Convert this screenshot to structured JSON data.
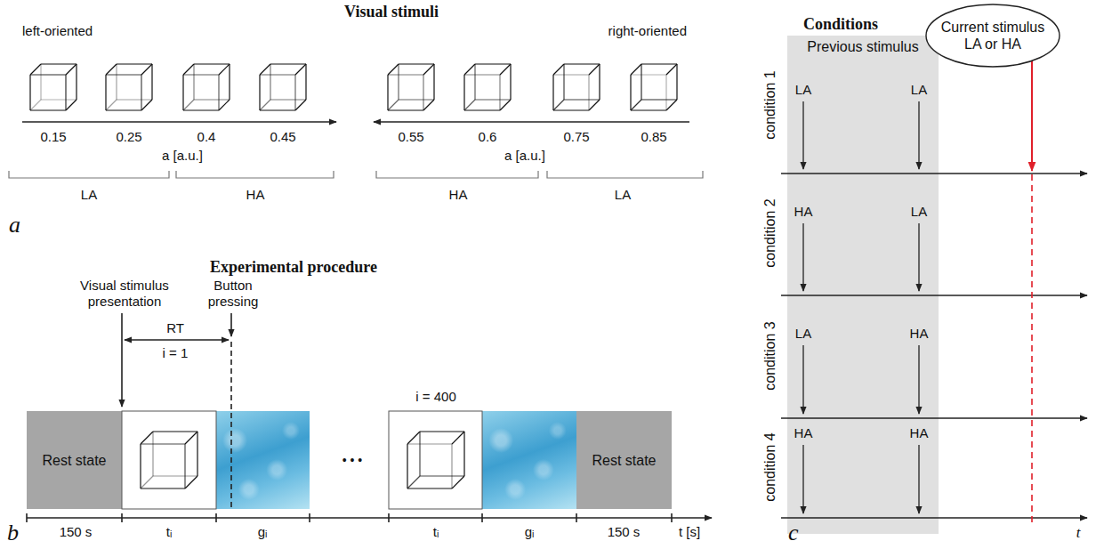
{
  "diagram": {
    "nodes": [
      {
        "text": [
          "Rest state"
        ]
      },
      {
        "text": [
          "Rest state"
        ]
      },
      {
        "text": [
          "Previous stimulus"
        ]
      },
      {
        "text": [
          "Current stimulus LA or HA"
        ]
      }
    ],
    "labels": [
      "Visual stimuli",
      "left-oriented",
      "right-oriented",
      "0.15",
      "0.25",
      "0.4",
      "0.45",
      "0.55",
      "0.6",
      "0.75",
      "0.85",
      "a [a.u.]",
      "a [a.u.]",
      "LA",
      "HA",
      "HA",
      "LA",
      "a",
      "Experimental procedure",
      "Visual stimulus presentation",
      "Button pressing",
      "RT",
      "i = 1",
      "i = 400",
      "• • •",
      "150 s",
      "tᵢ",
      "gᵢ",
      "tᵢ",
      "gᵢ",
      "150 s",
      "t [s]",
      "b",
      "Conditions",
      "condition 1",
      "condition 2",
      "condition 3",
      "condition 4",
      "LA",
      "LA",
      "HA",
      "LA",
      "LA",
      "HA",
      "HA",
      "HA",
      "t",
      "c"
    ]
  }
}
